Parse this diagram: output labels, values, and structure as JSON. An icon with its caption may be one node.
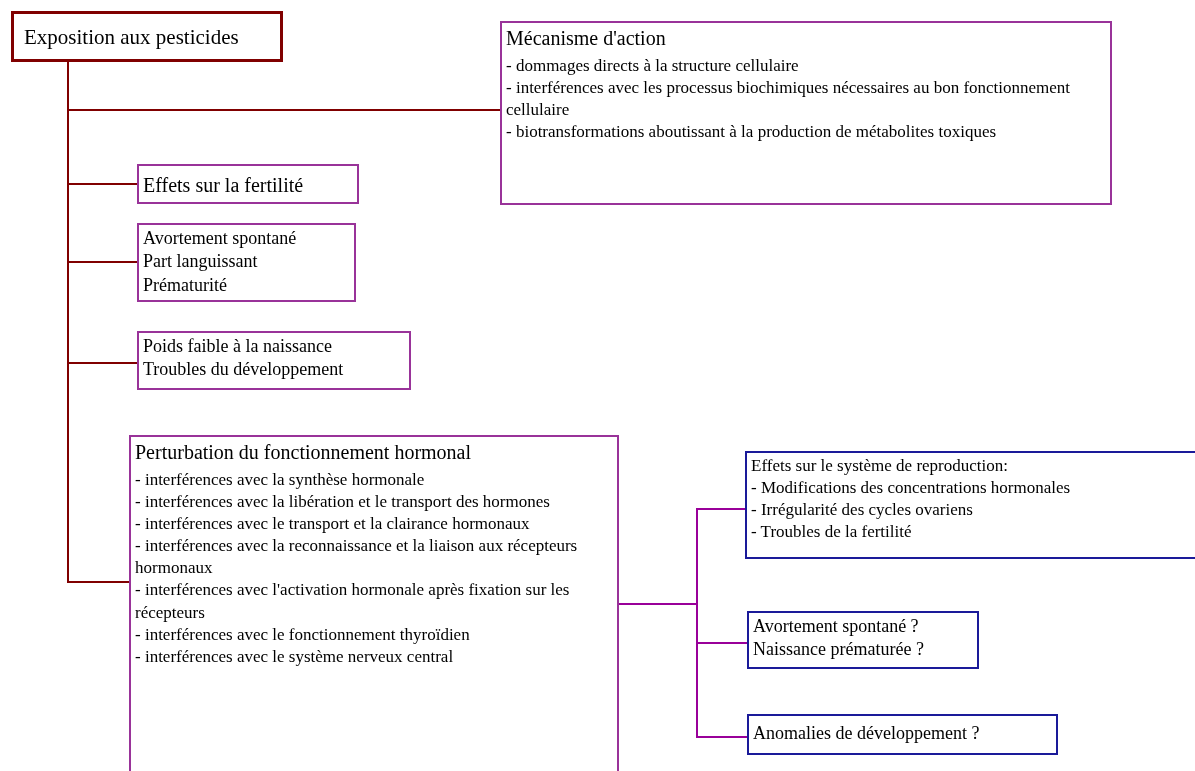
{
  "diagram": {
    "nodes": [
      {
        "text": [
          "Exposition aux pesticides"
        ]
      },
      {
        "text": [
          "Mécanisme d'action",
          "- dommages directs à la structure cellulaire",
          "- interférences avec les processus biochimiques nécessaires au bon fonctionnement cellulaire",
          "- biotransformations aboutissant à la production de métabolites toxiques"
        ]
      },
      {
        "text": [
          "Effets sur la fertilité"
        ]
      },
      {
        "text": [
          "Avortement spontané",
          "Part languissant",
          "Prématurité"
        ]
      },
      {
        "text": [
          "Poids faible à la naissance",
          "Troubles du développement"
        ]
      },
      {
        "text": [
          "Perturbation du fonctionnement hormonal",
          "- interférences avec la synthèse hormonale",
          "- interférences avec la libération et le transport des hormones",
          "- interférences avec le transport et la clairance hormonaux",
          "- interférences avec la reconnaissance et la liaison aux récepteurs hormonaux",
          "- interférences avec l'activation hormonale après fixation sur les récepteurs",
          "- interférences avec le fonctionnement thyroïdien",
          "- interférences avec le système nerveux central"
        ]
      },
      {
        "text": [
          "Effets sur le système de reproduction:",
          "- Modifications des concentrations hormonales",
          "- Irrégularité des cycles ovariens",
          "- Troubles de la fertilité"
        ]
      },
      {
        "text": [
          "Avortement spontané ?",
          "Naissance prématurée ?"
        ]
      },
      {
        "text": [
          "Anomalies de développement ?"
        ]
      }
    ],
    "edges": [
      {
        "from": 0,
        "to": 1,
        "arrow": "none"
      },
      {
        "from": 0,
        "to": 2,
        "arrow": "none"
      },
      {
        "from": 0,
        "to": 3,
        "arrow": "none"
      },
      {
        "from": 0,
        "to": 4,
        "arrow": "none"
      },
      {
        "from": 0,
        "to": 5,
        "arrow": "none"
      },
      {
        "from": 5,
        "to": 6,
        "arrow": "none",
        "color": "#990099"
      },
      {
        "from": 5,
        "to": 7,
        "arrow": "none",
        "color": "#990099"
      },
      {
        "from": 5,
        "to": 8,
        "arrow": "none",
        "color": "#990099"
      }
    ]
  }
}
